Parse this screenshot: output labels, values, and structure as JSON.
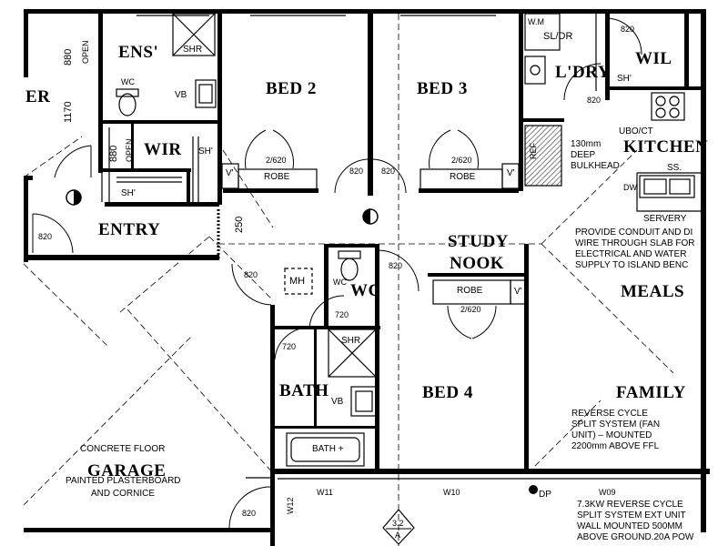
{
  "rooms": {
    "ens": "ENS'",
    "bed2": "BED 2",
    "bed3": "BED 3",
    "ldry": "L'DRY",
    "wil": "WIL",
    "kitchen": "KITCHEN",
    "wir": "WIR",
    "entry": "ENTRY",
    "study": "STUDY",
    "nook": "NOOK",
    "meals": "MEALS",
    "wc": "WC",
    "bath": "BATH",
    "bed4": "BED 4",
    "family": "FAMILY",
    "garage": "GARAGE",
    "ter": "ER"
  },
  "fixtures": {
    "shr_ens": "SHR",
    "wc_ens": "WC",
    "vb_ens": "VB",
    "sh_wir1": "SH'",
    "sh_wir2": "SH'",
    "v_bed2": "V'",
    "robe_bed2": "ROBE",
    "door_bed2": "2/620",
    "robe_bed3": "ROBE",
    "door_bed3": "2/620",
    "v_bed3": "V'",
    "wm": "W.M",
    "sldr": "SL/DR",
    "sh_ldry": "SH'",
    "ref": "REF",
    "ubo": "UBO/CT",
    "ss": "SS.",
    "dw": "DW",
    "servery": "SERVERY",
    "mh": "MH",
    "wc_hall": "WC",
    "shr_bath": "SHR",
    "vb_bath": "VB",
    "bath_tub": "BATH +",
    "robe_bed4": "ROBE",
    "door_bed4": "2/620",
    "v_bed4": "V'",
    "dp": "DP"
  },
  "dimensions": {
    "d880a": "880",
    "open1": "OPEN",
    "d1170": "1170",
    "d880b": "880",
    "open2": "OPEN",
    "d250": "250",
    "d820_entry": "820",
    "d820_bed2": "820",
    "d820_bed3": "820",
    "d820_ldry": "820",
    "d820_wil": "820",
    "d820_hall": "820",
    "d820_wc": "820",
    "d720a": "720",
    "d720b": "720",
    "d820_garage": "820",
    "w12": "W12",
    "w11": "W11",
    "w10": "W10",
    "w09": "W09",
    "section_top": "3.2",
    "section_bot": "A"
  },
  "notes": {
    "bulkhead": "130mm\nDEEP\nBULKHEAD",
    "conduit": "PROVIDE CONDUIT AND DI\nWIRE THROUGH SLAB FOR\nELECTRICAL AND WATER\nSUPPLY TO ISLAND BENC",
    "split_system": "REVERSE CYCLE\nSPLIT SYSTEM (FAN\nUNIT) – MOUNTED\n2200mm ABOVE FFL",
    "garage_floor": "CONCRETE FLOOR",
    "garage_walls": "PAINTED PLASTERBOARD",
    "garage_cornice": "AND CORNICE",
    "ext_unit": "7.3KW REVERSE CYCLE\nSPLIT SYSTEM EXT UNIT\nWALL MOUNTED 500MM\nABOVE GROUND.20A POW"
  },
  "colors": {
    "wall": "#000000",
    "background": "#ffffff",
    "hatch": "#555555"
  }
}
